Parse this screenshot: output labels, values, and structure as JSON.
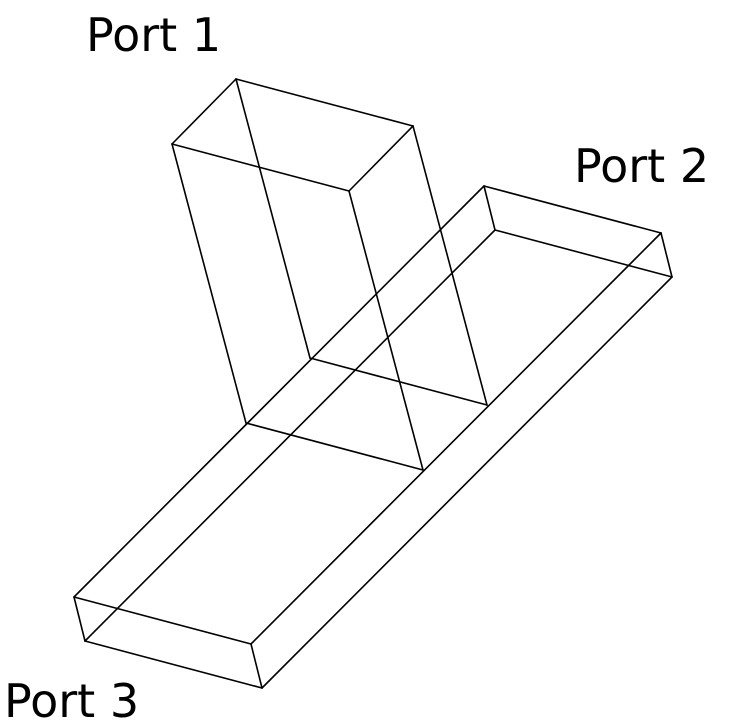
{
  "diagram": {
    "labels": {
      "port1": "Port 1",
      "port2": "Port 2",
      "port3": "Port 3"
    },
    "colors": {
      "stroke": "#000000",
      "background": "#ffffff",
      "text": "#000000"
    }
  }
}
